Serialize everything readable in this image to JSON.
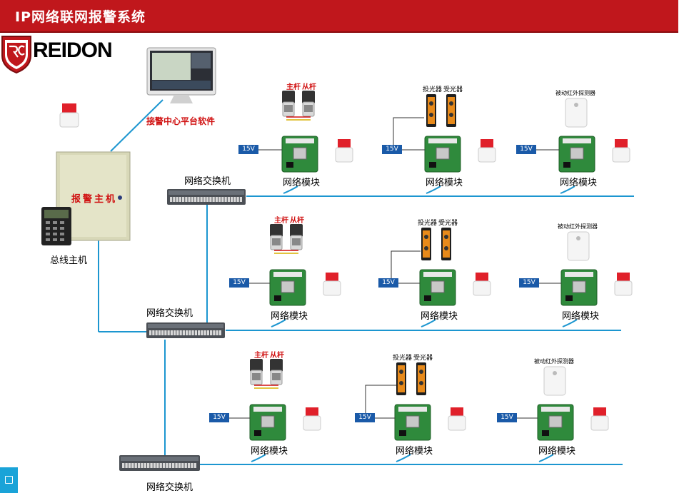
{
  "header": {
    "title": "IP网络联网报警系统",
    "bar_color": "#c0171c"
  },
  "logo": {
    "text": "REIDON",
    "mark": "RC"
  },
  "center": {
    "software_label": "接警中心平台软件",
    "panel_label": "报警主机",
    "host_label": "总线主机"
  },
  "switch_label": "网络交换机",
  "module_label": "网络模块",
  "power_label": "15V",
  "rows": [
    {
      "switch_label": "网络交换机",
      "groups": [
        {
          "detector": "pole",
          "labels": [
            "主杆",
            "从杆"
          ],
          "module": "网络模块",
          "power": "15V"
        },
        {
          "detector": "beam",
          "labels": [
            "投光器",
            "受光器"
          ],
          "module": "网络模块",
          "power": "15V"
        },
        {
          "detector": "pir",
          "labels": [
            "被动红外探测器"
          ],
          "module": "网络模块",
          "power": "15V"
        }
      ]
    },
    {
      "switch_label": "网络交换机",
      "groups": [
        {
          "detector": "pole",
          "labels": [
            "主杆",
            "从杆"
          ],
          "module": "网络模块",
          "power": "15V"
        },
        {
          "detector": "beam",
          "labels": [
            "投光器",
            "受光器"
          ],
          "module": "网络模块",
          "power": "15V"
        },
        {
          "detector": "pir",
          "labels": [
            "被动红外探测器"
          ],
          "module": "网络模块",
          "power": "15V"
        }
      ]
    },
    {
      "switch_label": "网络交换机",
      "groups": [
        {
          "detector": "pole",
          "labels": [
            "主杆",
            "从杆"
          ],
          "module": "网络模块",
          "power": "15V"
        },
        {
          "detector": "beam",
          "labels": [
            "投光器",
            "受光器"
          ],
          "module": "网络模块",
          "power": "15V"
        },
        {
          "detector": "pir",
          "labels": [
            "被动红外探测器"
          ],
          "module": "网络模块",
          "power": "15V"
        }
      ]
    }
  ],
  "colors": {
    "wire": "#1c96d0",
    "label_box": "#1a5aa8",
    "pcb": "#2f8a3c",
    "alarm_red": "#e0202a"
  }
}
